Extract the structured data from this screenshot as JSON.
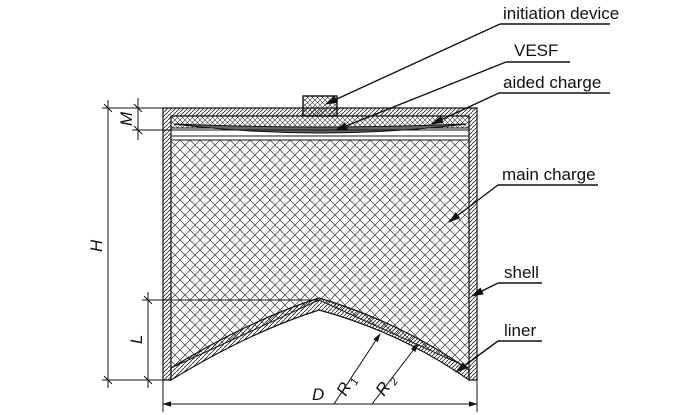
{
  "labels": {
    "initiation_device": "initiation device",
    "vesf": "VESF",
    "aided_charge": "aided charge",
    "main_charge": "main charge",
    "shell": "shell",
    "liner": "liner"
  },
  "dimensions": {
    "m": "M",
    "h": "H",
    "l": "L",
    "d": "D",
    "r1": "R",
    "r1_sub": "1",
    "r2": "R",
    "r2_sub": "2"
  },
  "colors": {
    "line": "#111111",
    "background": "#ffffff"
  }
}
